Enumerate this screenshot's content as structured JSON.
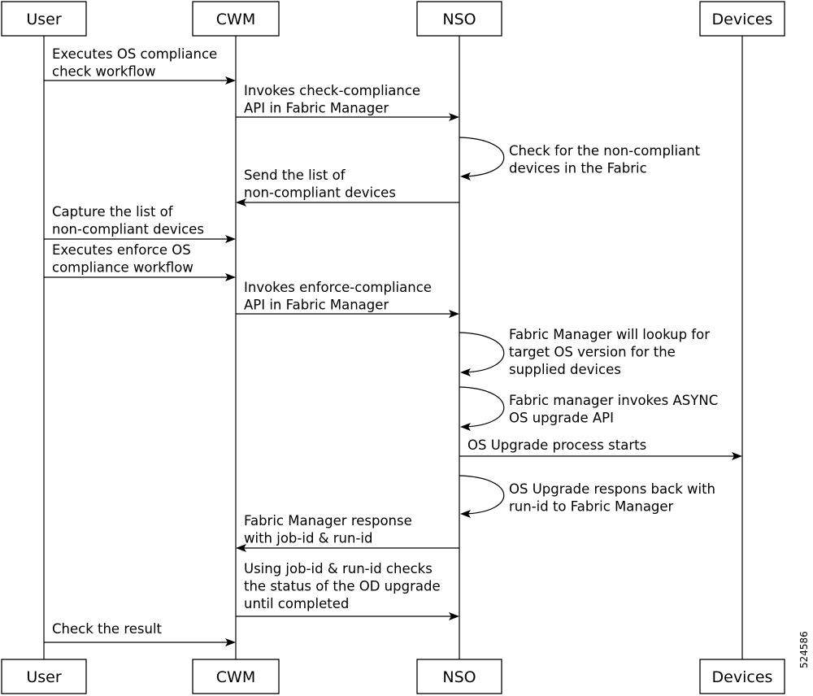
{
  "diagram": {
    "participants": [
      {
        "id": "user",
        "label": "User"
      },
      {
        "id": "cwm",
        "label": "CWM"
      },
      {
        "id": "nso",
        "label": "NSO"
      },
      {
        "id": "devices",
        "label": "Devices"
      }
    ],
    "messages": [
      {
        "id": "m1",
        "from": "user",
        "to": "cwm",
        "lines": [
          "Executes OS compliance",
          "check workflow"
        ]
      },
      {
        "id": "m2",
        "from": "cwm",
        "to": "nso",
        "lines": [
          "Invokes check-compliance",
          "API in Fabric Manager"
        ]
      },
      {
        "id": "m3",
        "from": "nso",
        "to": "nso",
        "lines": [
          "Check for the non-compliant",
          "devices in the Fabric"
        ]
      },
      {
        "id": "m4",
        "from": "nso",
        "to": "cwm",
        "lines": [
          "Send the list of",
          "non-compliant devices"
        ]
      },
      {
        "id": "m5",
        "from": "user",
        "to": "cwm",
        "lines": [
          "Capture the list of",
          "non-compliant devices"
        ]
      },
      {
        "id": "m6",
        "from": "user",
        "to": "cwm",
        "lines": [
          "Executes enforce OS",
          "compliance workflow"
        ]
      },
      {
        "id": "m7",
        "from": "cwm",
        "to": "nso",
        "lines": [
          "Invokes enforce-compliance",
          "API in Fabric Manager"
        ]
      },
      {
        "id": "m8",
        "from": "nso",
        "to": "nso",
        "lines": [
          "Fabric Manager will lookup for",
          "target OS version for the",
          "supplied devices"
        ]
      },
      {
        "id": "m9",
        "from": "nso",
        "to": "nso",
        "lines": [
          "Fabric manager invokes ASYNC",
          "OS upgrade API"
        ]
      },
      {
        "id": "m10",
        "from": "nso",
        "to": "devices",
        "lines": [
          "OS Upgrade process starts"
        ]
      },
      {
        "id": "m11",
        "from": "nso",
        "to": "nso",
        "lines": [
          "OS Upgrade respons back with",
          "run-id to Fabric Manager"
        ]
      },
      {
        "id": "m12",
        "from": "nso",
        "to": "cwm",
        "lines": [
          "Fabric Manager response",
          "with job-id & run-id"
        ]
      },
      {
        "id": "m13",
        "from": "cwm",
        "to": "nso",
        "lines": [
          "Using job-id & run-id checks",
          "the status of the OD upgrade",
          "until completed"
        ]
      },
      {
        "id": "m14",
        "from": "user",
        "to": "cwm",
        "lines": [
          "Check the result"
        ]
      }
    ],
    "figure_id": "524586"
  }
}
